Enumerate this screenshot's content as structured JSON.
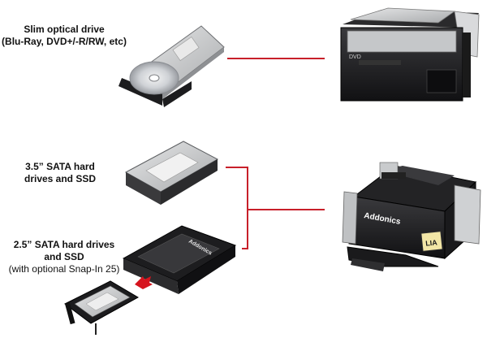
{
  "labels": {
    "slim_optical": {
      "line1": "Slim optical drive",
      "line2": "(Blu-Ray, DVD+/-R/RW, etc)"
    },
    "sata35": {
      "line1": "3.5” SATA hard",
      "line2": "drives and SSD"
    },
    "sata25": {
      "line1": "2.5” SATA hard drives",
      "line2": "and SSD",
      "line3": "(with optional Snap-In 25)"
    }
  },
  "device_marks": {
    "optical_disc_text": "DVD",
    "bay_brand": "Addonics",
    "drive_brand": "Addonics",
    "sticker_text": "LIA"
  },
  "colors": {
    "connector": "#c8202a",
    "dark_metal": "#1c1c1e",
    "silver": "#c9cbcd",
    "arrow": "#d6141e"
  }
}
